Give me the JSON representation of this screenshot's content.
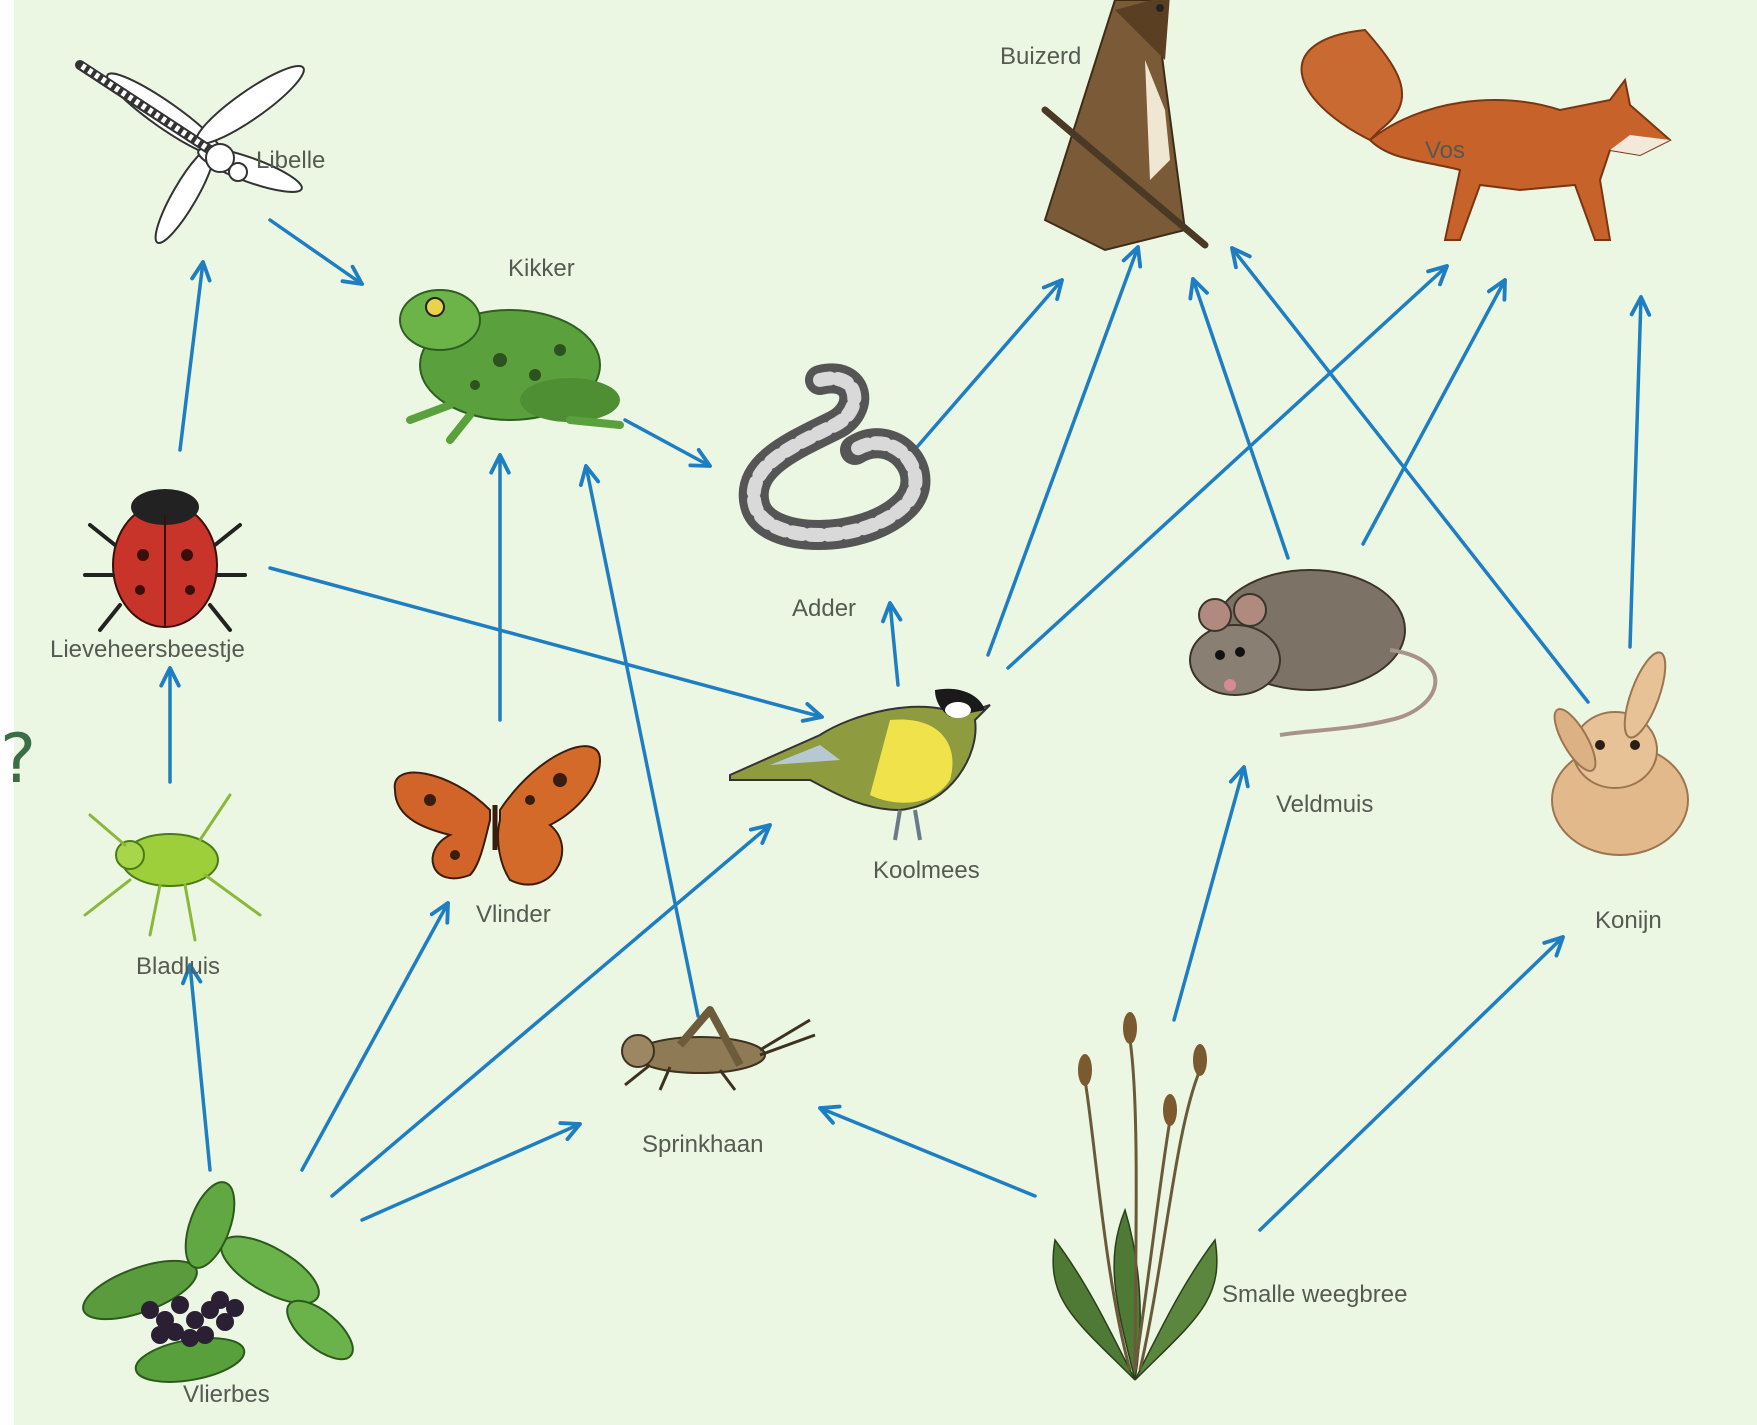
{
  "diagram": {
    "type": "food-web",
    "side_mark": "?",
    "colors": {
      "background": "#ecf7e3",
      "arrow": "#1f7ec2",
      "label": "#555a52",
      "question_mark": "#3b6e46"
    },
    "organisms": [
      {
        "id": "libelle",
        "label": "Libelle",
        "icon": "dragonfly-icon"
      },
      {
        "id": "kikker",
        "label": "Kikker",
        "icon": "frog-icon"
      },
      {
        "id": "adder",
        "label": "Adder",
        "icon": "snake-icon"
      },
      {
        "id": "buizerd",
        "label": "Buizerd",
        "icon": "buzzard-icon"
      },
      {
        "id": "vos",
        "label": "Vos",
        "icon": "fox-icon"
      },
      {
        "id": "lieveheersbeestje",
        "label": "Lieveheersbeestje",
        "icon": "ladybug-icon"
      },
      {
        "id": "bladluis",
        "label": "Bladluis",
        "icon": "aphid-icon"
      },
      {
        "id": "vlinder",
        "label": "Vlinder",
        "icon": "butterfly-icon"
      },
      {
        "id": "koolmees",
        "label": "Koolmees",
        "icon": "great-tit-icon"
      },
      {
        "id": "veldmuis",
        "label": "Veldmuis",
        "icon": "mouse-icon"
      },
      {
        "id": "konijn",
        "label": "Konijn",
        "icon": "rabbit-icon"
      },
      {
        "id": "sprinkhaan",
        "label": "Sprinkhaan",
        "icon": "grasshopper-icon"
      },
      {
        "id": "vlierbes",
        "label": "Vlierbes",
        "icon": "elderberry-icon"
      },
      {
        "id": "smalle_weegbree",
        "label": "Smalle weegbree",
        "icon": "plantain-icon"
      }
    ],
    "arrows": [
      {
        "from": "vlierbes",
        "to": "bladluis"
      },
      {
        "from": "vlierbes",
        "to": "vlinder"
      },
      {
        "from": "vlierbes",
        "to": "koolmees"
      },
      {
        "from": "vlierbes",
        "to": "sprinkhaan"
      },
      {
        "from": "bladluis",
        "to": "lieveheersbeestje"
      },
      {
        "from": "lieveheersbeestje",
        "to": "libelle"
      },
      {
        "from": "lieveheersbeestje",
        "to": "koolmees"
      },
      {
        "from": "libelle",
        "to": "kikker"
      },
      {
        "from": "vlinder",
        "to": "kikker"
      },
      {
        "from": "sprinkhaan",
        "to": "kikker"
      },
      {
        "from": "kikker",
        "to": "adder"
      },
      {
        "from": "koolmees",
        "to": "adder"
      },
      {
        "from": "adder",
        "to": "buizerd"
      },
      {
        "from": "koolmees",
        "to": "buizerd"
      },
      {
        "from": "koolmees",
        "to": "vos"
      },
      {
        "from": "veldmuis",
        "to": "buizerd"
      },
      {
        "from": "veldmuis",
        "to": "vos"
      },
      {
        "from": "konijn",
        "to": "buizerd"
      },
      {
        "from": "konijn",
        "to": "vos"
      },
      {
        "from": "smalle_weegbree",
        "to": "sprinkhaan"
      },
      {
        "from": "smalle_weegbree",
        "to": "veldmuis"
      },
      {
        "from": "smalle_weegbree",
        "to": "konijn"
      }
    ]
  }
}
